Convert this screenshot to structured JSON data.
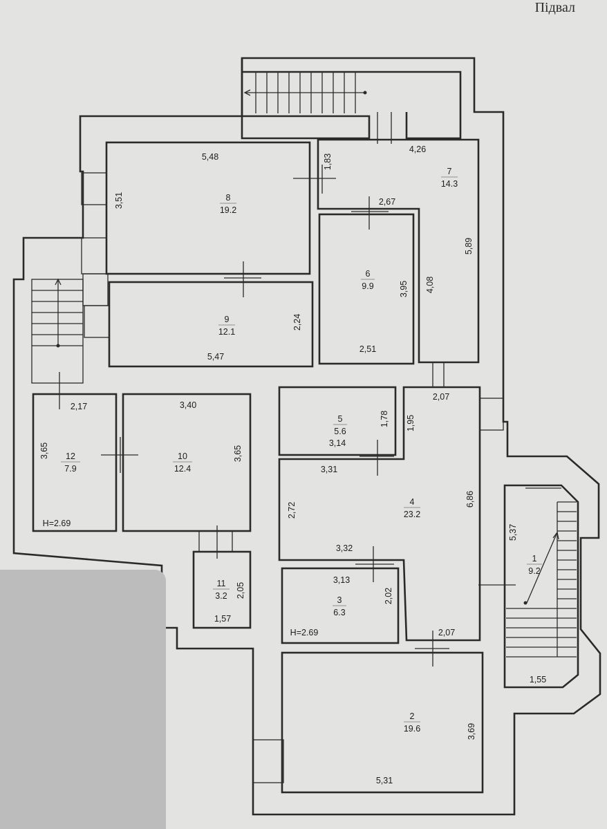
{
  "title": "Підвал",
  "rooms": [
    {
      "id": "1",
      "area": "9.2"
    },
    {
      "id": "2",
      "area": "19.6"
    },
    {
      "id": "3",
      "area": "6.3"
    },
    {
      "id": "4",
      "area": "23.2"
    },
    {
      "id": "5",
      "area": "5.6"
    },
    {
      "id": "6",
      "area": "9.9"
    },
    {
      "id": "7",
      "area": "14.3"
    },
    {
      "id": "8",
      "area": "19.2"
    },
    {
      "id": "9",
      "area": "12.1"
    },
    {
      "id": "10",
      "area": "12.4"
    },
    {
      "id": "11",
      "area": "3.2"
    },
    {
      "id": "12",
      "area": "7.9"
    }
  ],
  "dimensions": [
    "5,48",
    "1,83",
    "3,51",
    "4,26",
    "2,67",
    "5,89",
    "4,08",
    "3,95",
    "2,51",
    "2,24",
    "5,47",
    "2,17",
    "3,40",
    "3,65",
    "3,65",
    "2,07",
    "1,78",
    "1,95",
    "3,14",
    "3,31",
    "2,72",
    "6,86",
    "3,32",
    "3,13",
    "2,02",
    "2,05",
    "1,57",
    "5,37",
    "1,55",
    "2,07",
    "3,69",
    "5,31"
  ],
  "heights": [
    "H=2.69",
    "H=2.69"
  ]
}
